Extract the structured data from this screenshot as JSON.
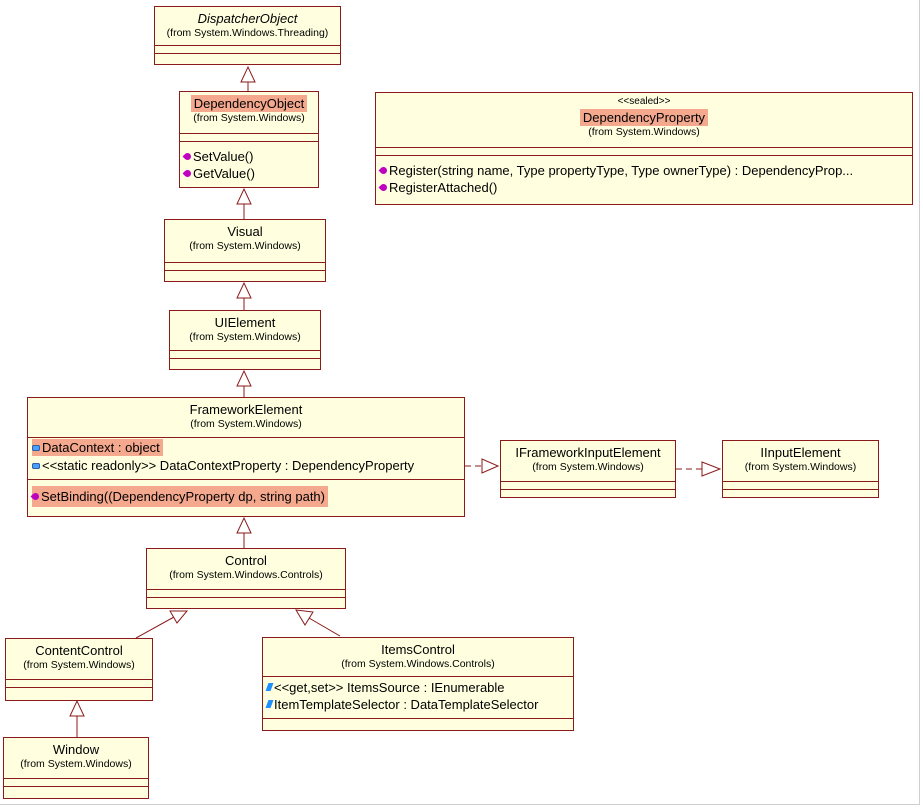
{
  "diagram": {
    "classes": {
      "dispatcher_object": {
        "name": "DispatcherObject",
        "package": "(from System.Windows.Threading)"
      },
      "dependency_object": {
        "name": "DependencyObject",
        "package": "(from System.Windows)",
        "operations": [
          "SetValue()",
          "GetValue()"
        ]
      },
      "visual": {
        "name": "Visual",
        "package": "(from System.Windows)"
      },
      "ui_element": {
        "name": "UIElement",
        "package": "(from System.Windows)"
      },
      "framework_element": {
        "name": "FrameworkElement",
        "package": "(from System.Windows)",
        "attributes": [
          "DataContext : object",
          "<<static readonly>> DataContextProperty : DependencyProperty"
        ],
        "operations": [
          "SetBinding((DependencyProperty dp, string path)"
        ]
      },
      "iframework_input_element": {
        "name": "IFrameworkInputElement",
        "package": "(from System.Windows)"
      },
      "iinput_element": {
        "name": "IInputElement",
        "package": "(from System.Windows)"
      },
      "control": {
        "name": "Control",
        "package": "(from System.Windows.Controls)"
      },
      "content_control": {
        "name": "ContentControl",
        "package": "(from System.Windows)"
      },
      "items_control": {
        "name": "ItemsControl",
        "package": "(from System.Windows.Controls)",
        "attributes": [
          "<<get,set>> ItemsSource : IEnumerable",
          "ItemTemplateSelector : DataTemplateSelector"
        ]
      },
      "window": {
        "name": "Window",
        "package": "(from System.Windows)"
      },
      "dependency_property": {
        "stereotype": "<<sealed>>",
        "name": "DependencyProperty",
        "package": "(from System.Windows)",
        "operations": [
          "Register(string name, Type propertyType, Type ownerType) : DependencyProp...",
          "RegisterAttached()"
        ]
      }
    },
    "colors": {
      "box_fill": "#ffffe0",
      "box_border": "#8b1a1a",
      "highlight": "#f4a88e",
      "arrow": "#8b1a1a"
    }
  }
}
